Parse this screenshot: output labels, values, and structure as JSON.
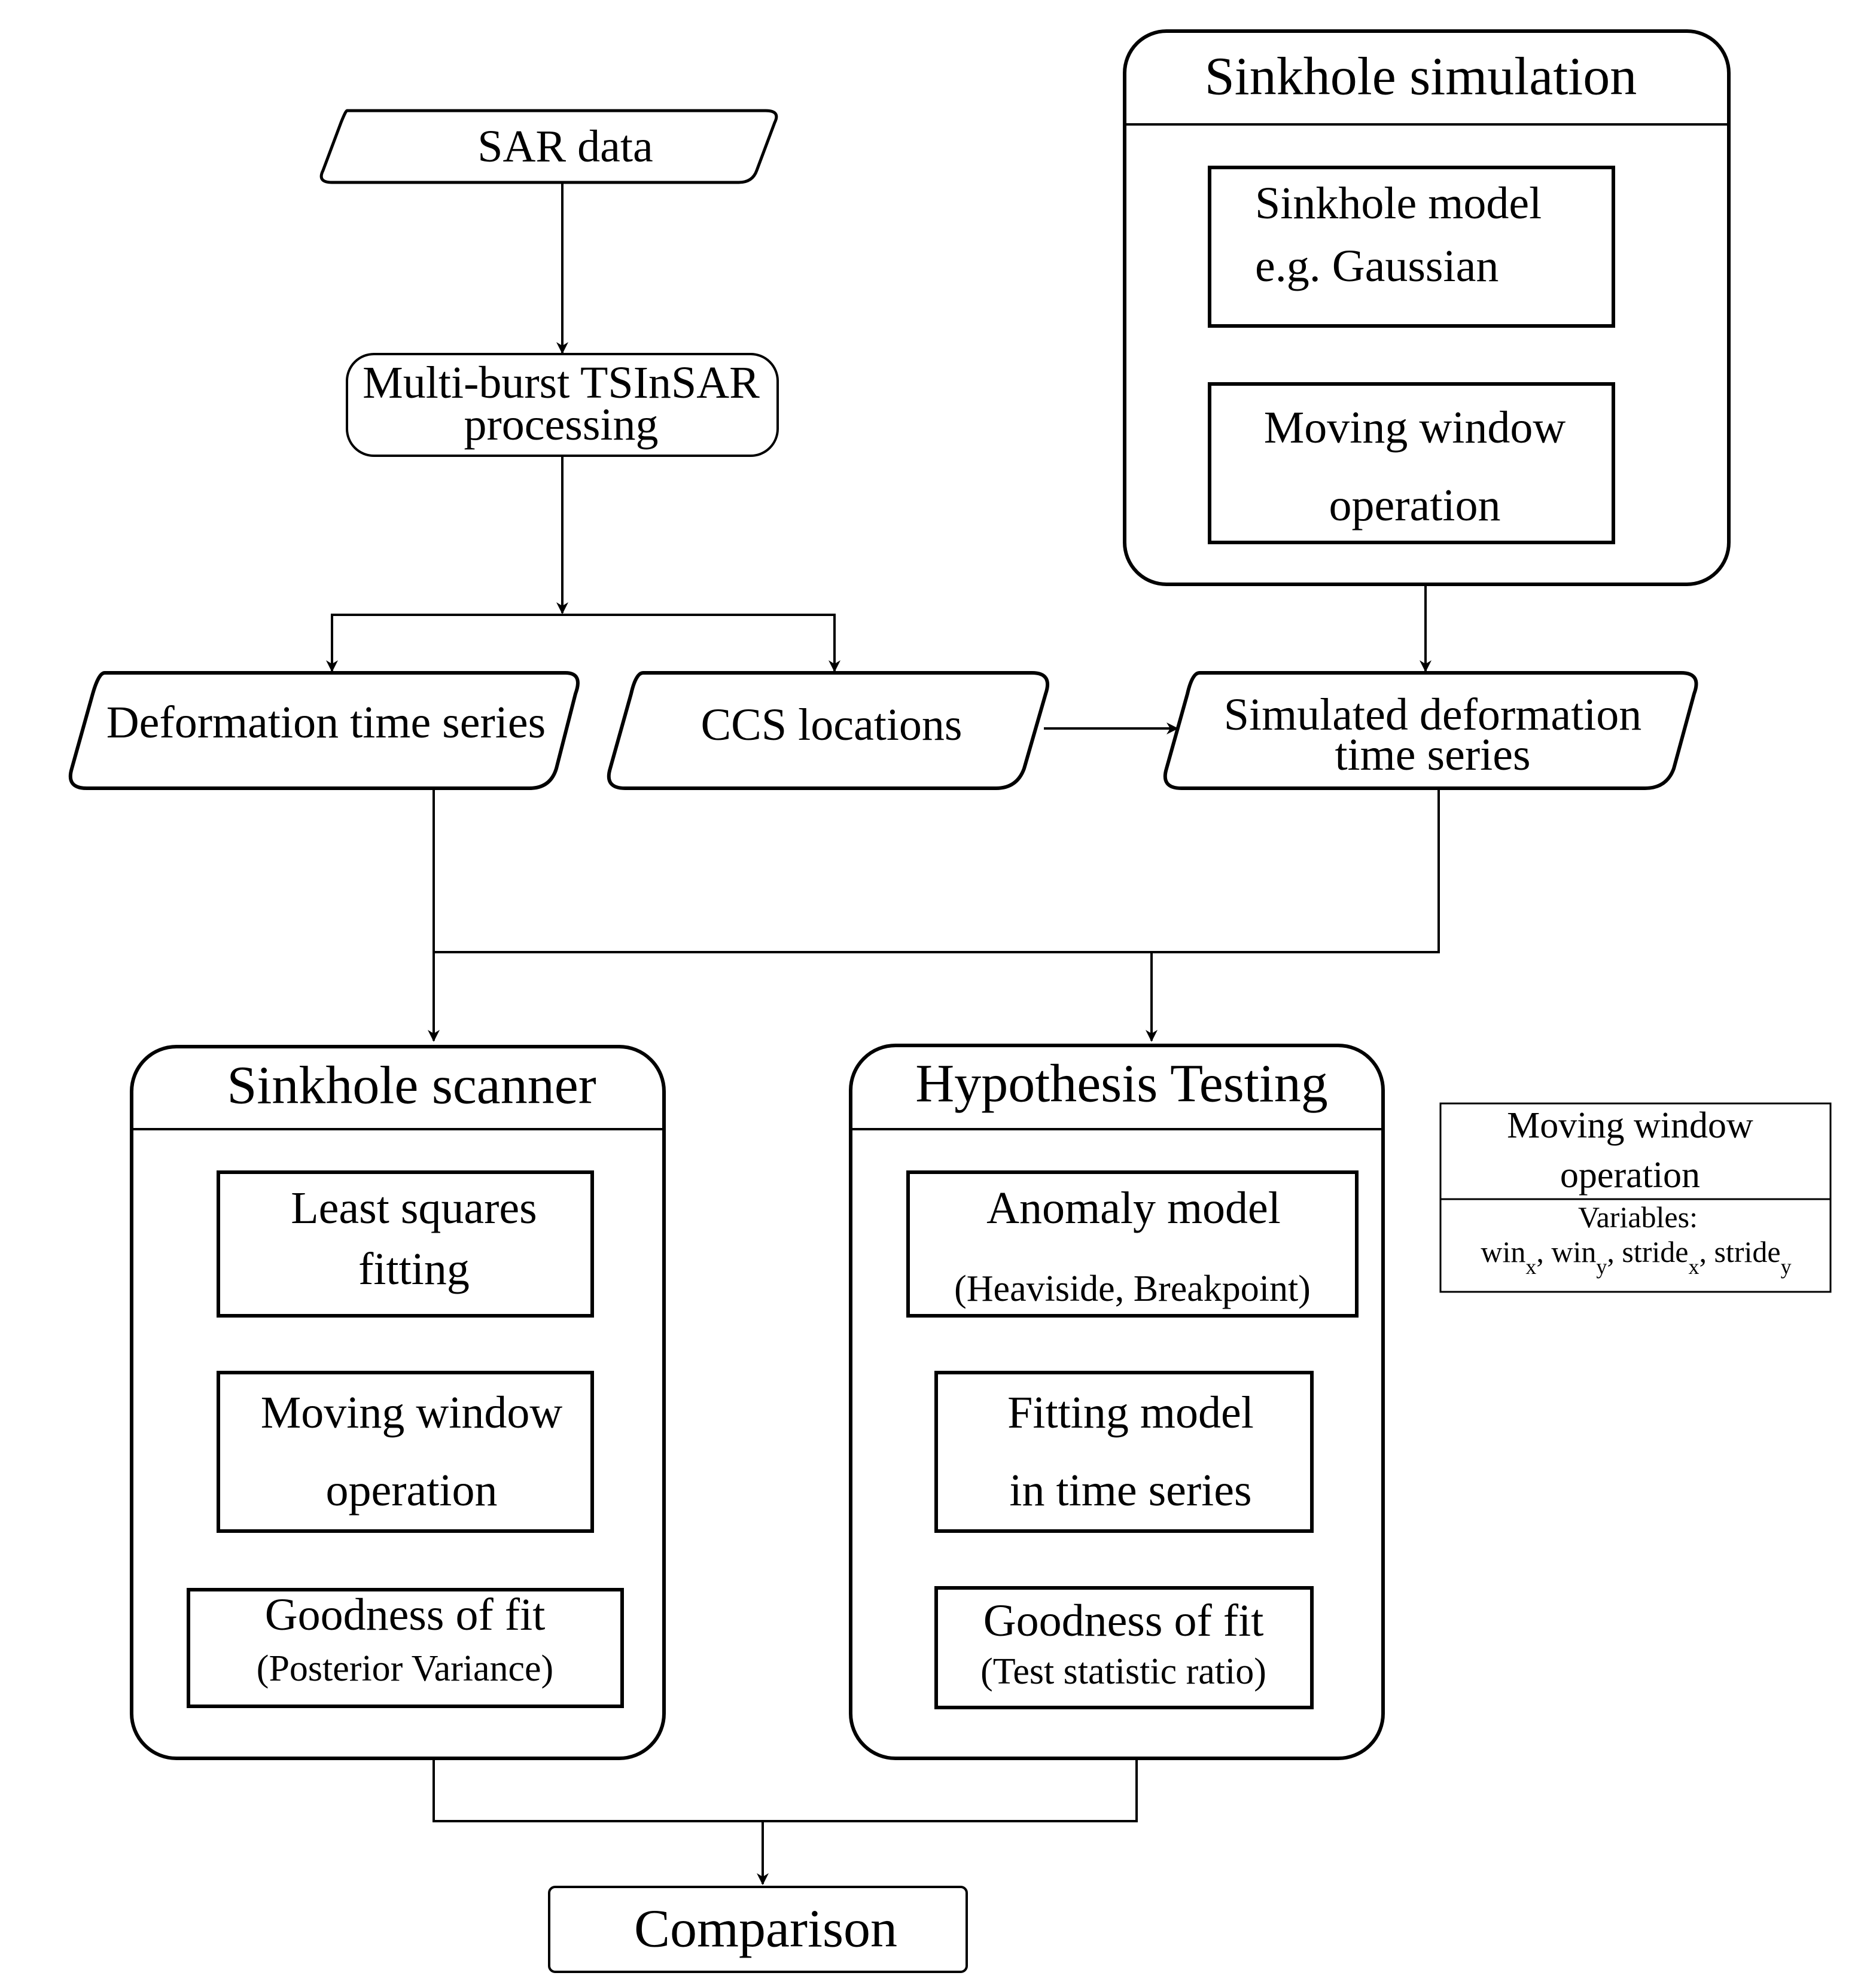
{
  "inputs": {
    "sar_data": "SAR data",
    "tsinsar_line1": "Multi-burst TSInSAR",
    "tsinsar_line2": "processing",
    "deformation_ts": "Deformation time series",
    "ccs_locations": "CCS locations",
    "sim_def_line1": "Simulated deformation",
    "sim_def_line2": "time series"
  },
  "simulation": {
    "title": "Sinkhole simulation",
    "model_line1": "Sinkhole model",
    "model_line2": "e.g. Gaussian",
    "moving_line1": "Moving window",
    "moving_line2": "operation"
  },
  "scanner": {
    "title": "Sinkhole scanner",
    "ls_line1": "Least squares",
    "ls_line2": "fitting",
    "moving_line1": "Moving window",
    "moving_line2": "operation",
    "gof_line1": "Goodness of fit",
    "gof_line2": "(Posterior Variance)"
  },
  "hypothesis": {
    "title": "Hypothesis Testing",
    "anomaly_line1": "Anomaly model",
    "anomaly_line2": "(Heaviside, Breakpoint)",
    "fitting_line1": "Fitting model",
    "fitting_line2": "in time series",
    "gof_line1": "Goodness of fit",
    "gof_line2": "(Test statistic ratio)"
  },
  "legend": {
    "title_line1": "Moving window",
    "title_line2": "operation",
    "variables_label": "Variables:",
    "win": "win",
    "x": "x",
    "y": "y",
    "stride": "stride",
    "comma": ", "
  },
  "output": {
    "comparison": "Comparison"
  }
}
